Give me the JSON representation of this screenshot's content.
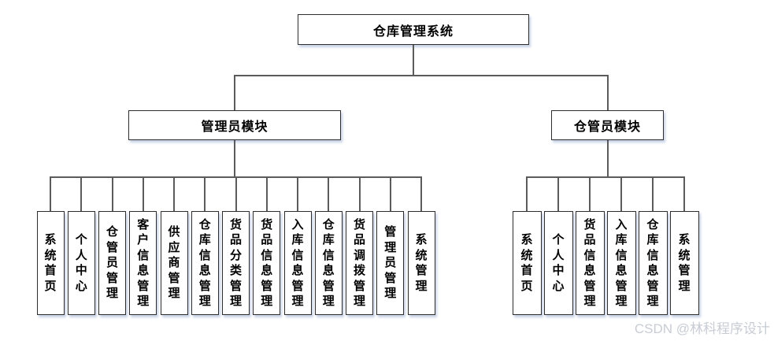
{
  "diagram": {
    "root": {
      "label": "仓库管理系统"
    },
    "modules": [
      {
        "label": "管理员模块",
        "children": [
          "系统首页",
          "个人中心",
          "仓管员管理",
          "客户信息管理",
          "供应商管理",
          "仓库信息管理",
          "货品分类管理",
          "货品信息管理",
          "入库信息管理",
          "仓库信息管理",
          "货品调拨管理",
          "管理员管理",
          "系统管理"
        ]
      },
      {
        "label": "仓管员模块",
        "children": [
          "系统首页",
          "个人中心",
          "货品信息管理",
          "入库信息管理",
          "仓库信息管理",
          "系统管理"
        ]
      }
    ]
  },
  "watermark": "CSDN @林科程序设计",
  "colors": {
    "background": "#ffffff",
    "node_border": "#2e2e2e",
    "node_shadow": "#c6d1e5",
    "line": "#5b5b5b",
    "text": "#000000",
    "watermark": "#c8ccd4"
  }
}
